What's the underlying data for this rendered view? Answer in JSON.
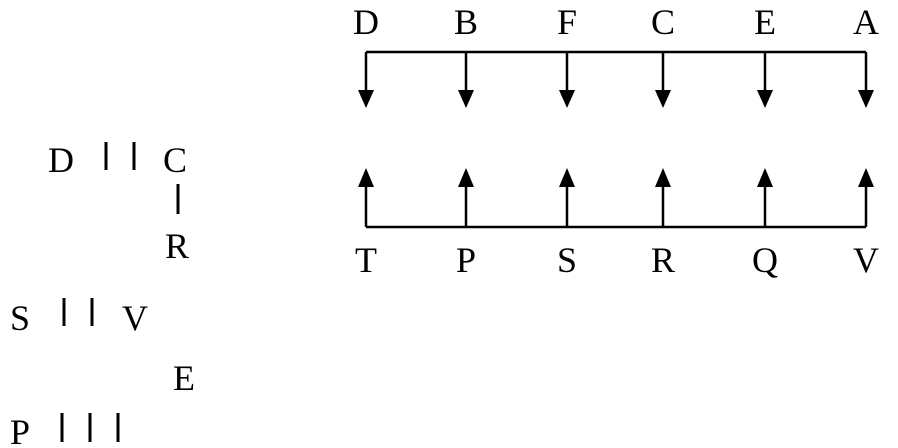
{
  "colors": {
    "ink": "#000000",
    "background": "#ffffff"
  },
  "top_row": [
    "D",
    "B",
    "F",
    "C",
    "E",
    "A"
  ],
  "bottom_row": [
    "T",
    "P",
    "S",
    "R",
    "Q",
    "V"
  ],
  "notes": {
    "note1": {
      "left": "D",
      "right": "C",
      "ticks": 2
    },
    "note1_below": "R",
    "note2": {
      "left": "S",
      "right": "V",
      "ticks": 2
    },
    "note2_below": "E",
    "note3": {
      "left": "P",
      "ticks": 3
    }
  }
}
